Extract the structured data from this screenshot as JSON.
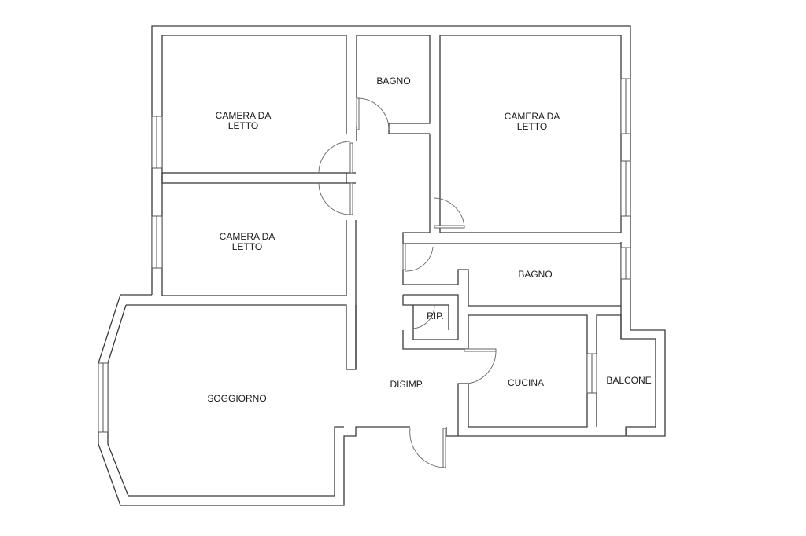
{
  "rooms": {
    "bedroom_1": {
      "line1": "CAMERA DA",
      "line2": "LETTO"
    },
    "bathroom_1": "BAGNO",
    "bedroom_2": {
      "line1": "CAMERA DA",
      "line2": "LETTO"
    },
    "bedroom_3": {
      "line1": "CAMERA DA",
      "line2": "LETTO"
    },
    "bathroom_2": "BAGNO",
    "storage": "RIP.",
    "living_room": "SOGGIORNO",
    "hallway": "DISIMP.",
    "kitchen": "CUCINA",
    "balcony": "BALCONE"
  },
  "colors": {
    "wall": "#3a3a3a",
    "background": "#ffffff"
  }
}
